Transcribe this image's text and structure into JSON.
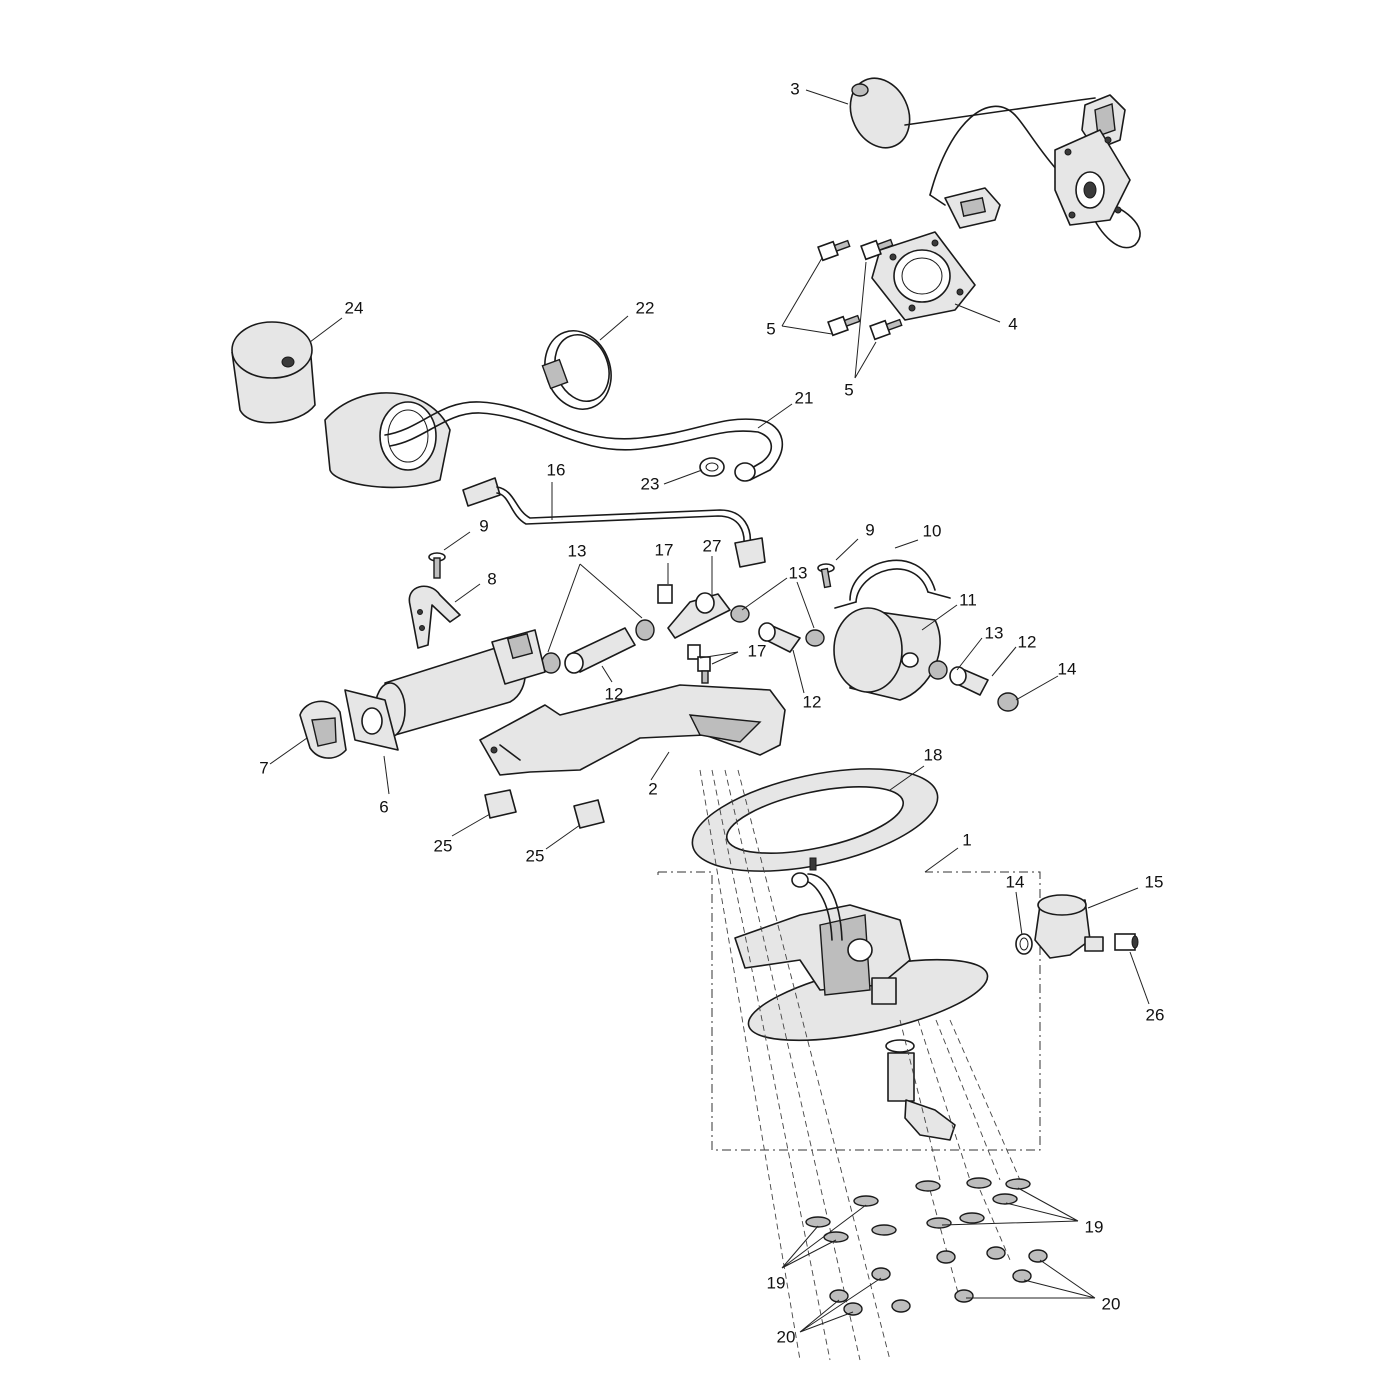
{
  "diagram": {
    "callouts": [
      {
        "id": "c1",
        "text": "1"
      },
      {
        "id": "c2",
        "text": "2"
      },
      {
        "id": "c3",
        "text": "3"
      },
      {
        "id": "c4",
        "text": "4"
      },
      {
        "id": "c5a",
        "text": "5"
      },
      {
        "id": "c5b",
        "text": "5"
      },
      {
        "id": "c6",
        "text": "6"
      },
      {
        "id": "c7",
        "text": "7"
      },
      {
        "id": "c8",
        "text": "8"
      },
      {
        "id": "c9a",
        "text": "9"
      },
      {
        "id": "c9b",
        "text": "9"
      },
      {
        "id": "c10",
        "text": "10"
      },
      {
        "id": "c11",
        "text": "11"
      },
      {
        "id": "c12a",
        "text": "12"
      },
      {
        "id": "c12b",
        "text": "12"
      },
      {
        "id": "c12c",
        "text": "12"
      },
      {
        "id": "c13a",
        "text": "13"
      },
      {
        "id": "c13b",
        "text": "13"
      },
      {
        "id": "c13c",
        "text": "13"
      },
      {
        "id": "c13d",
        "text": "13"
      },
      {
        "id": "c14",
        "text": "14"
      },
      {
        "id": "c15",
        "text": "15"
      },
      {
        "id": "c16",
        "text": "16"
      },
      {
        "id": "c17a",
        "text": "17"
      },
      {
        "id": "c17b",
        "text": "17"
      },
      {
        "id": "c18",
        "text": "18"
      },
      {
        "id": "c19a",
        "text": "19"
      },
      {
        "id": "c19b",
        "text": "19"
      },
      {
        "id": "c20a",
        "text": "20"
      },
      {
        "id": "c20b",
        "text": "20"
      },
      {
        "id": "c21",
        "text": "21"
      },
      {
        "id": "c22",
        "text": "22"
      },
      {
        "id": "c23",
        "text": "23"
      },
      {
        "id": "c24",
        "text": "24"
      },
      {
        "id": "c25a",
        "text": "25"
      },
      {
        "id": "c25b",
        "text": "25"
      },
      {
        "id": "c26",
        "text": "26"
      },
      {
        "id": "c27",
        "text": "27"
      }
    ]
  }
}
